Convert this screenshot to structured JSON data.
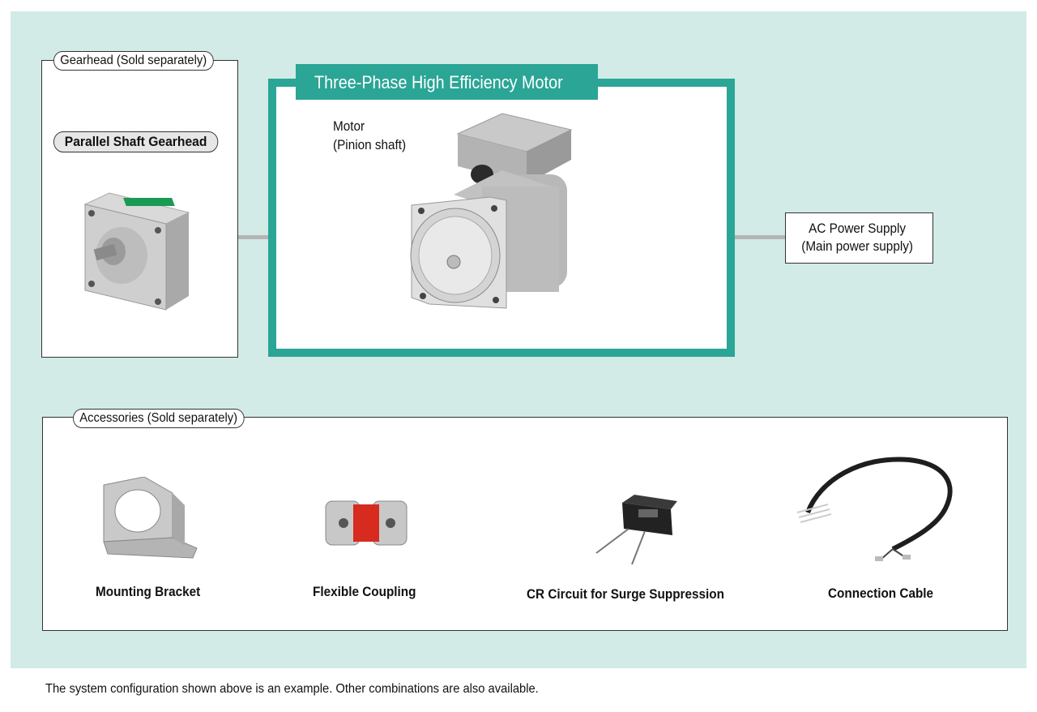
{
  "gearhead": {
    "section_label": "Gearhead (Sold separately)",
    "type_label": "Parallel Shaft Gearhead"
  },
  "motor": {
    "title": "Three-Phase High Efficiency Motor",
    "label_line1": "Motor",
    "label_line2": "(Pinion shaft)"
  },
  "power": {
    "line1": "AC Power Supply",
    "line2": "(Main power supply)"
  },
  "accessories": {
    "section_label": "Accessories (Sold separately)",
    "items": [
      {
        "label": "Mounting Bracket"
      },
      {
        "label": "Flexible Coupling"
      },
      {
        "label": "CR Circuit for Surge Suppression"
      },
      {
        "label": "Connection Cable"
      }
    ]
  },
  "footnote": "The system configuration shown above is an example. Other combinations are also available.",
  "colors": {
    "panel": "#d2ebe7",
    "motor_frame": "#2aa596",
    "connector": "#b5b5b5"
  }
}
